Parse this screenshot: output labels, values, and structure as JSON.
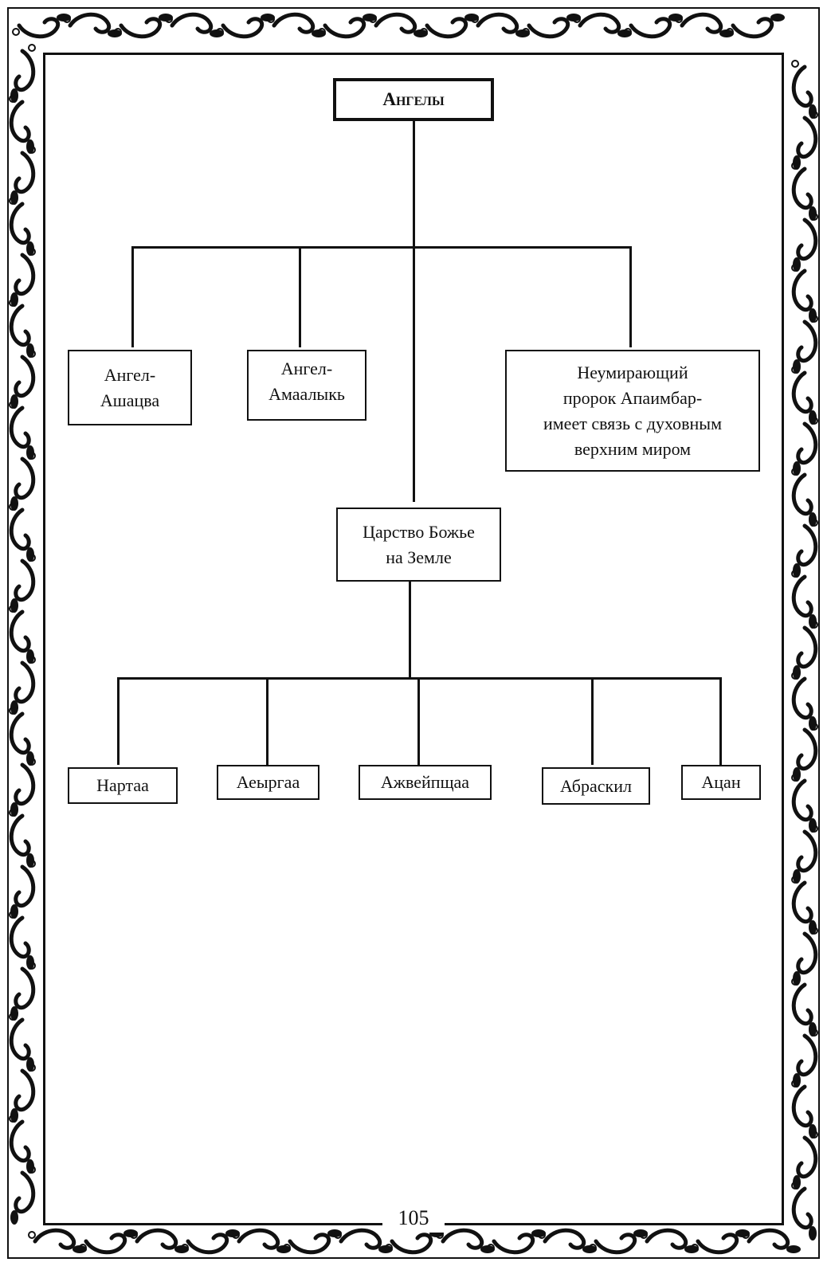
{
  "diagram": {
    "root": {
      "label": "Ангелы"
    },
    "level1": [
      {
        "id": "angel-ashatsva",
        "label": "Ангел-\nАшацва"
      },
      {
        "id": "angel-amaalyk",
        "label": "Ангел-\nАмаалыкь"
      },
      {
        "id": "prophet",
        "label": "Неумирающий\nпророк  Апаимбар-\nимеет связь с духовным\nверхним  миром"
      }
    ],
    "middle": {
      "label": "Царство Божье\nна Земле"
    },
    "level2": [
      {
        "id": "nartaa",
        "label": "Нартаа"
      },
      {
        "id": "aeyrgaa",
        "label": "Аеыргаа"
      },
      {
        "id": "azhveipshaa",
        "label": "Ажвейпщаа"
      },
      {
        "id": "abraskil",
        "label": "Абраскил"
      },
      {
        "id": "atsan",
        "label": "Ацан"
      }
    ]
  },
  "page_number": "105",
  "colors": {
    "ink": "#111111",
    "paper": "#ffffff"
  }
}
